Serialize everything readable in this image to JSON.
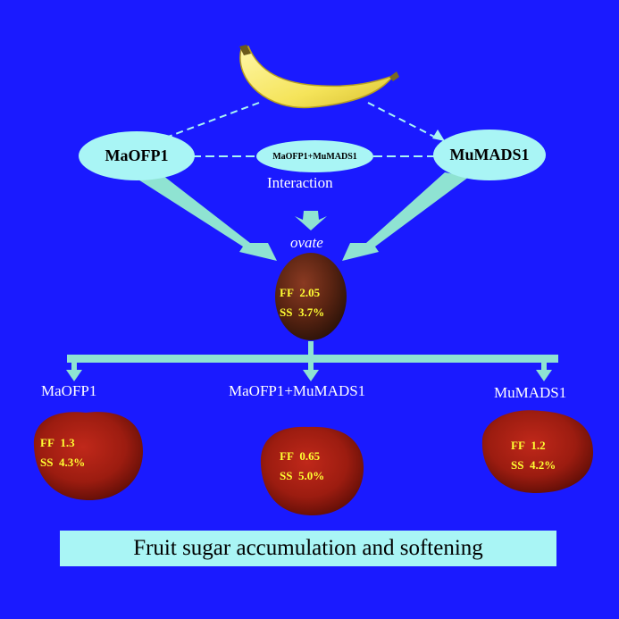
{
  "nodes": {
    "left_gene": "MaOFP1",
    "complex": "MaOFP1+MuMADS1",
    "right_gene": "MuMADS1",
    "interaction": "Interaction",
    "ovate": "ovate"
  },
  "ovate_fruit": {
    "ff_label": "FF",
    "ff_value": "2.05",
    "ss_label": "SS",
    "ss_value": "3.7%"
  },
  "outcomes": [
    {
      "label": "MaOFP1",
      "ff_label": "FF",
      "ff_value": "1.3",
      "ss_label": "SS",
      "ss_value": "4.3%"
    },
    {
      "label": "MaOFP1+MuMADS1",
      "ff_label": "FF",
      "ff_value": "0.65",
      "ss_label": "SS",
      "ss_value": "5.0%"
    },
    {
      "label": "MuMADS1",
      "ff_label": "FF",
      "ff_value": "1.2",
      "ss_label": "SS",
      "ss_value": "4.2%"
    }
  ],
  "conclusion": "Fruit sugar accumulation and softening",
  "colors": {
    "background": "#1a1aff",
    "node_fill": "#a9f5f5",
    "fruit_text": "#ffff33",
    "label_text": "#ffffff"
  }
}
